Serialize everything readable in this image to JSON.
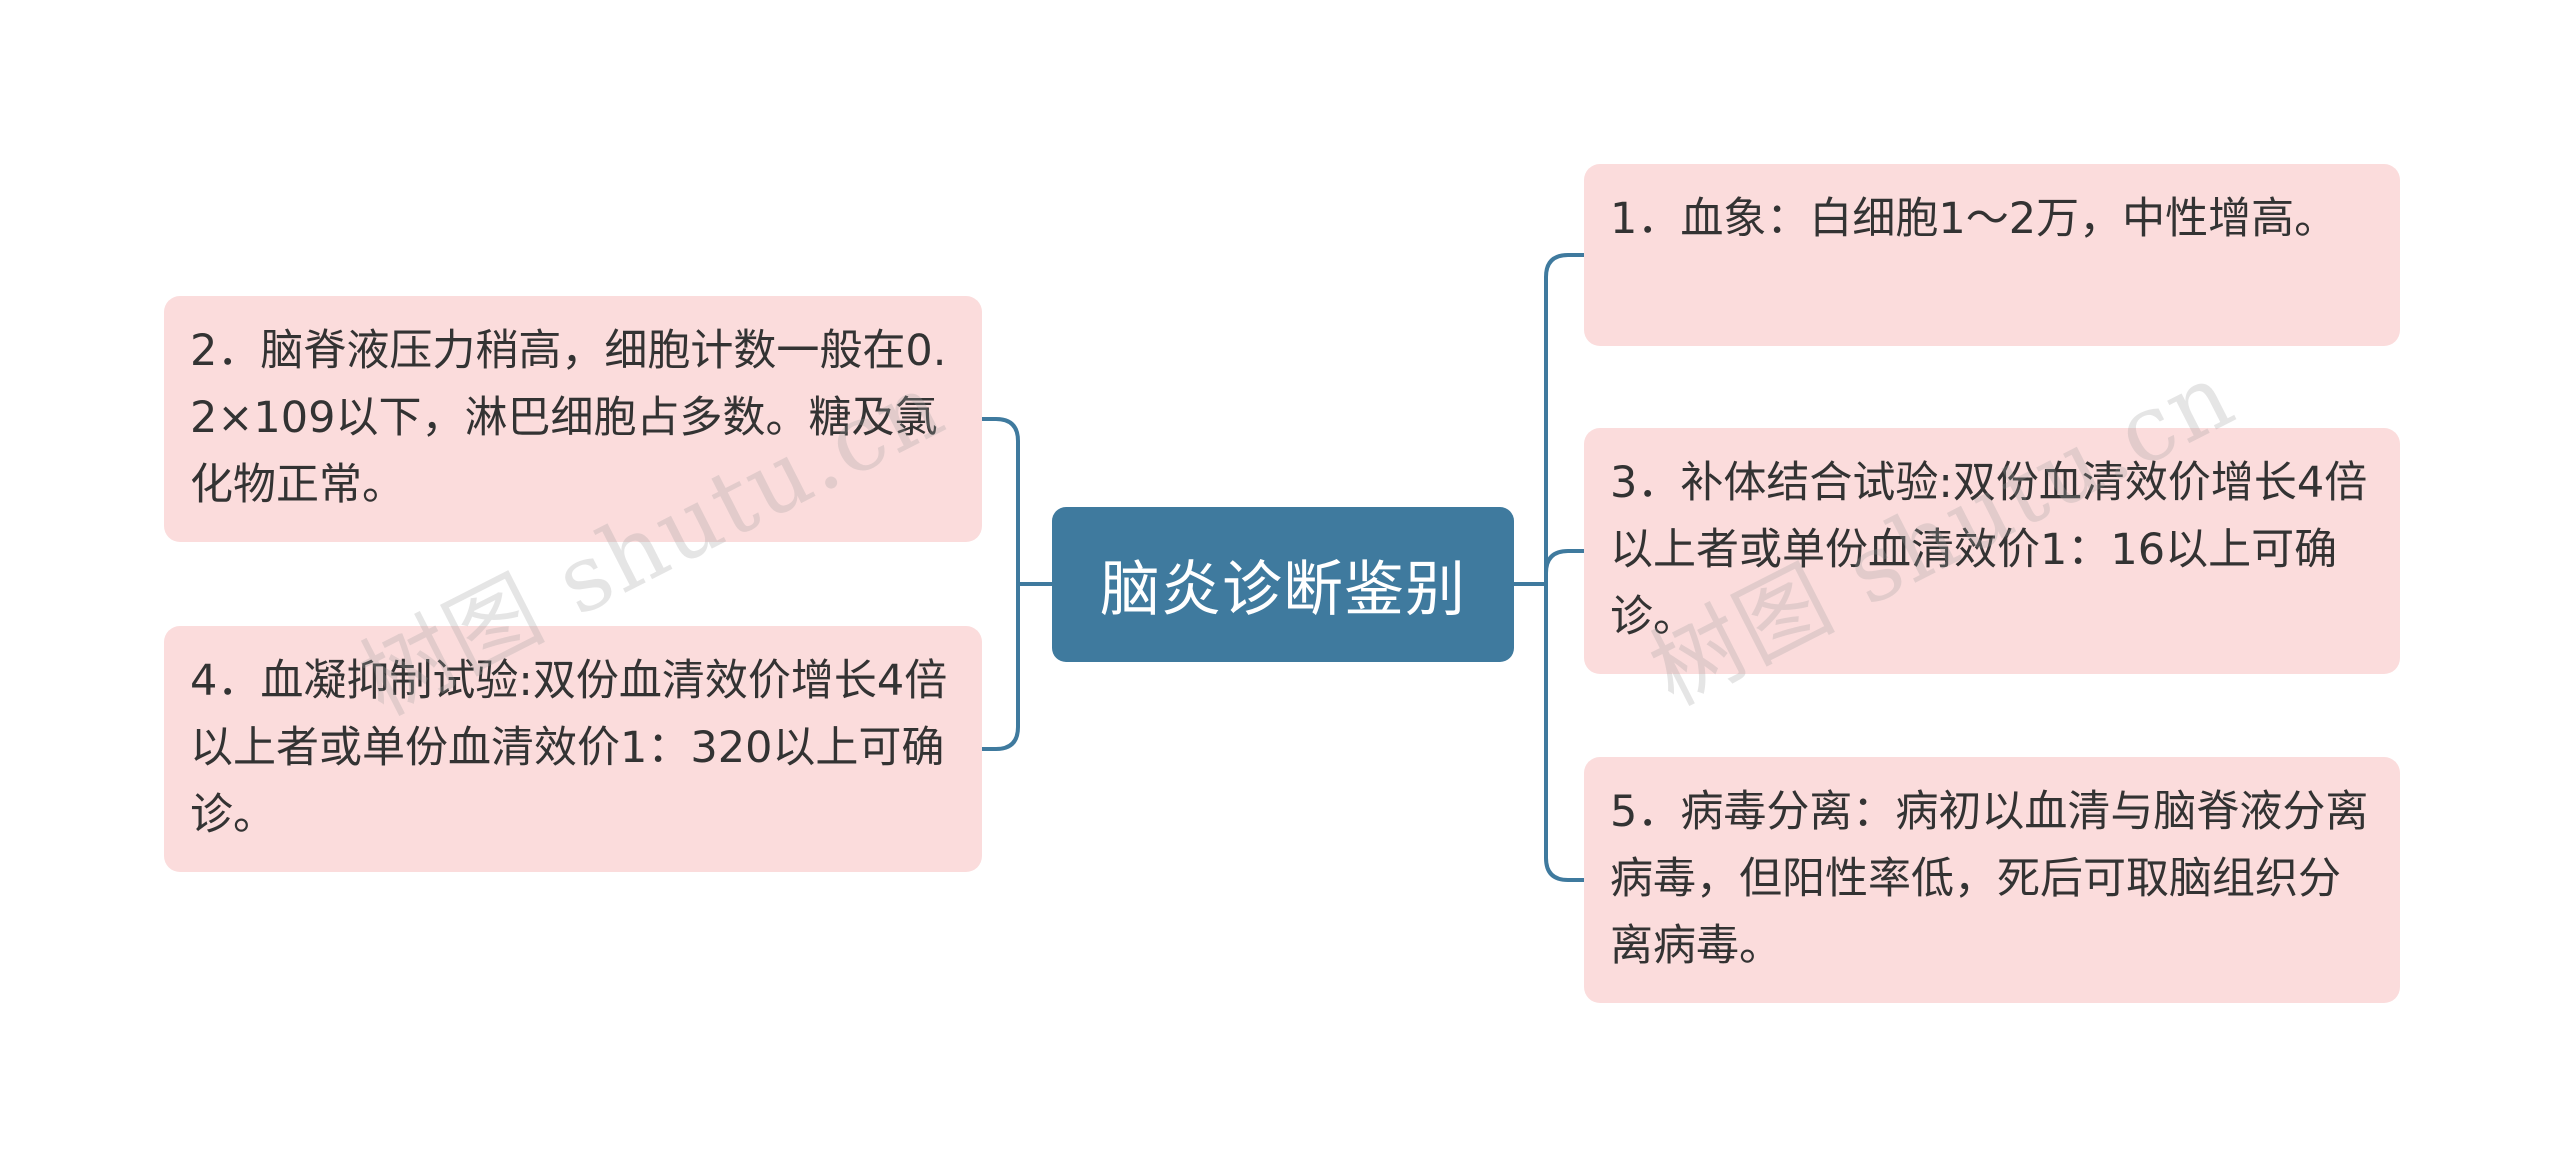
{
  "colors": {
    "root_bg": "#3f7a9e",
    "root_text": "#ffffff",
    "node_bg": "#fbdcdc",
    "node_text": "#333333",
    "connector": "#3f7a9e"
  },
  "root": {
    "label": "脑炎诊断鉴别"
  },
  "left_nodes": [
    {
      "id": "node-2",
      "text": "2．脑脊液压力稍高，细胞计数一般在0.2×109以下，淋巴细胞占多数。糖及氯化物正常。"
    },
    {
      "id": "node-4",
      "text": "4．血凝抑制试验:双份血清效价增长4倍以上者或单份血清效价1：320以上可确诊。"
    }
  ],
  "right_nodes": [
    {
      "id": "node-1",
      "text": "1．血象：白细胞1～2万，中性增高。"
    },
    {
      "id": "node-3",
      "text": "3．补体结合试验:双份血清效价增长4倍以上者或单份血清效价1：16以上可确诊。"
    },
    {
      "id": "node-5",
      "text": "5．病毒分离：病初以血清与脑脊液分离病毒，但阳性率低，死后可取脑组织分离病毒。"
    }
  ],
  "watermarks": [
    "树图 shutu.cn",
    "树图 shutu.cn"
  ]
}
